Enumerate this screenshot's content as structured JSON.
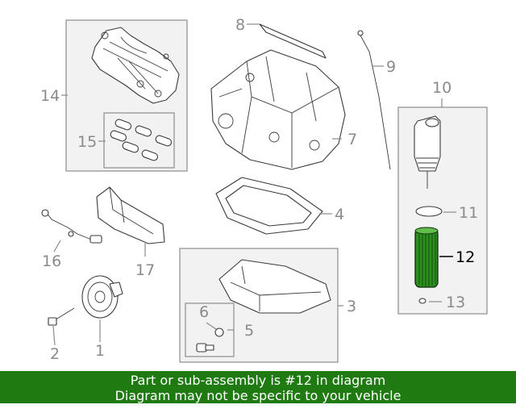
{
  "callouts": {
    "c1": "1",
    "c2": "2",
    "c3": "3",
    "c4": "4",
    "c5": "5",
    "c6": "6",
    "c7": "7",
    "c8": "8",
    "c9": "9",
    "c10": "10",
    "c11": "11",
    "c12": "12",
    "c13": "13",
    "c14": "14",
    "c15": "15",
    "c16": "16",
    "c17": "17"
  },
  "highlight": {
    "part_number": "12",
    "color": "#1f7a12"
  },
  "banner": {
    "line1": "Part or sub-assembly is #12 in diagram",
    "line2": "Diagram may not be specific to your vehicle",
    "background": "#1f7a12",
    "text_color": "#ffffff"
  }
}
